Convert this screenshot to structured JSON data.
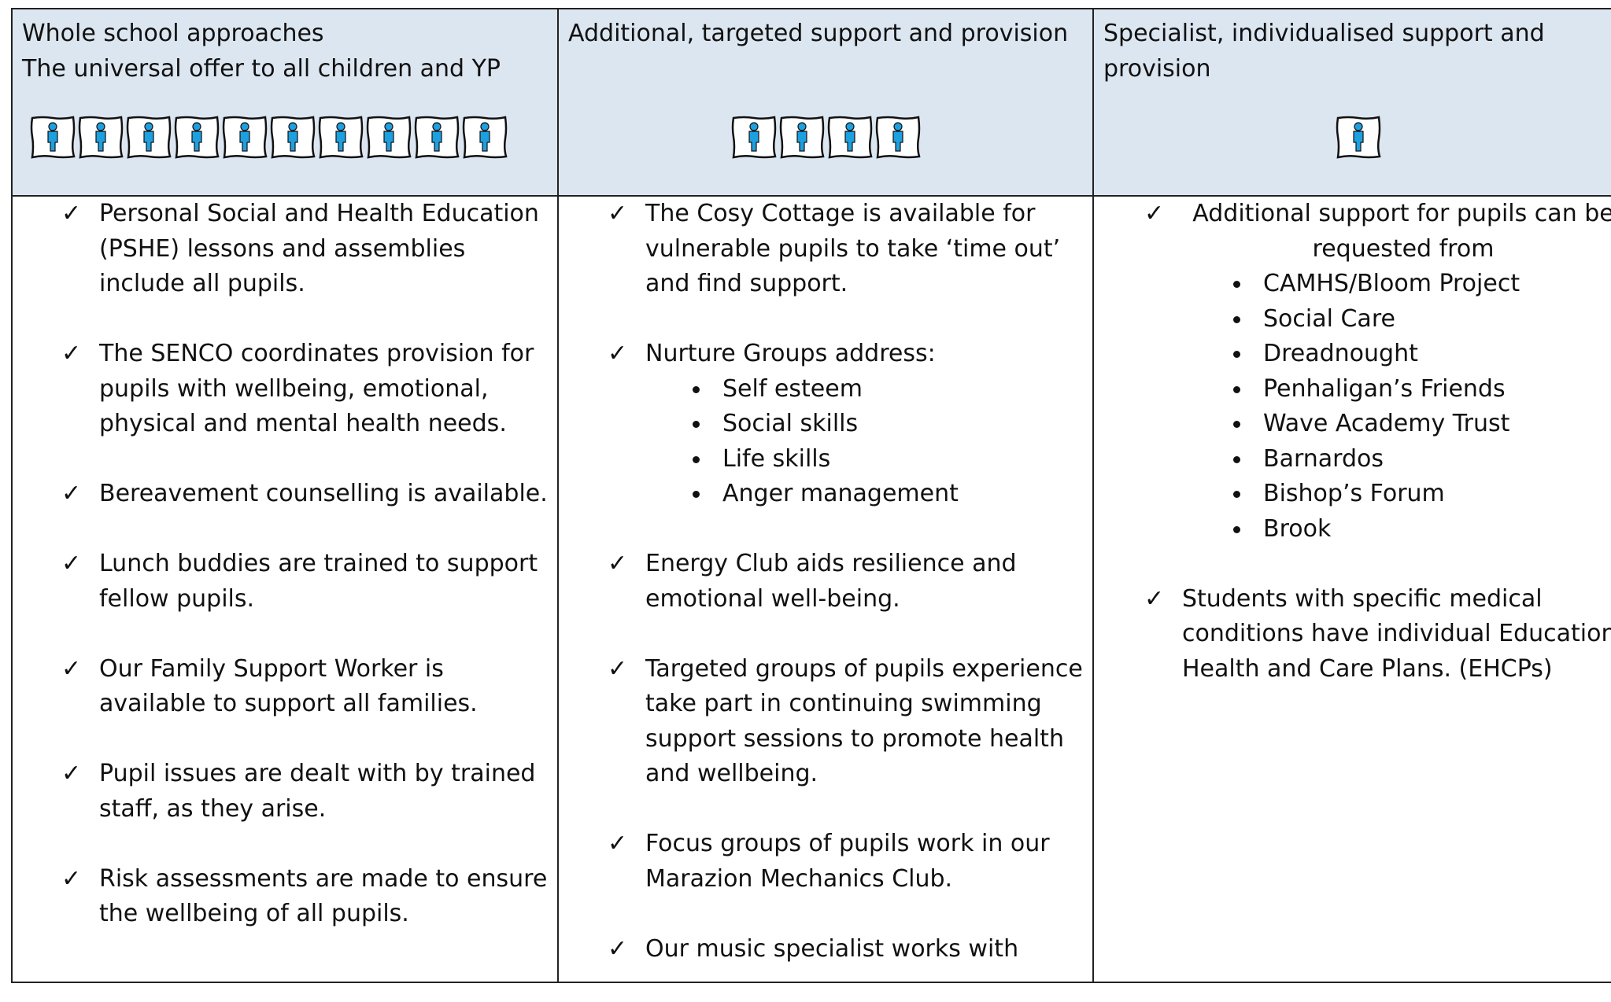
{
  "columns": [
    {
      "heading_lines": [
        "Whole school approaches",
        "The universal offer to all children and YP"
      ],
      "figure_count": 10,
      "items": [
        {
          "text": "Personal Social and Health Education (PSHE) lessons and assemblies include all pupils."
        },
        {
          "text": "The SENCO coordinates provision for pupils with wellbeing, emotional, physical and mental health needs."
        },
        {
          "text": "Bereavement counselling is available."
        },
        {
          "text": "Lunch buddies are trained to support fellow pupils."
        },
        {
          "text": "Our Family Support Worker is available to support all families."
        },
        {
          "text": "Pupil issues are dealt with by trained staff, as they arise."
        },
        {
          "text": "Risk assessments are made to ensure the wellbeing of all pupils."
        }
      ]
    },
    {
      "heading_lines": [
        "Additional, targeted support and provision"
      ],
      "figure_count": 4,
      "items": [
        {
          "text": "The Cosy Cottage is available for vulnerable pupils to take ‘time out’ and find support."
        },
        {
          "text": "Nurture Groups address:",
          "sub": [
            "Self esteem",
            "Social skills",
            "Life skills",
            "Anger management"
          ]
        },
        {
          "text": "Energy Club aids resilience and emotional well-being."
        },
        {
          "text": "Targeted groups of pupils experience take part in continuing swimming support sessions to promote health and wellbeing."
        },
        {
          "text": "Focus groups of pupils work in our Marazion Mechanics Club."
        },
        {
          "text": "Our music specialist works with"
        }
      ]
    },
    {
      "heading_lines": [
        "Specialist, individualised support and",
        "provision"
      ],
      "figure_count": 1,
      "items": [
        {
          "text": "Additional support for pupils can be requested from",
          "centered": true,
          "sub": [
            "CAMHS/Bloom Project",
            "Social Care",
            "Dreadnought",
            "Penhaligan’s Friends",
            "Wave Academy Trust",
            "Barnardos",
            "Bishop’s Forum",
            "Brook"
          ]
        },
        {
          "text": "Students with specific medical conditions have individual Education, Health and Care Plans. (EHCPs)"
        }
      ]
    }
  ],
  "tick_symbol": "✓",
  "colors": {
    "header_bg": "#dce6f1",
    "figure_blue": "#1ea0e0"
  }
}
